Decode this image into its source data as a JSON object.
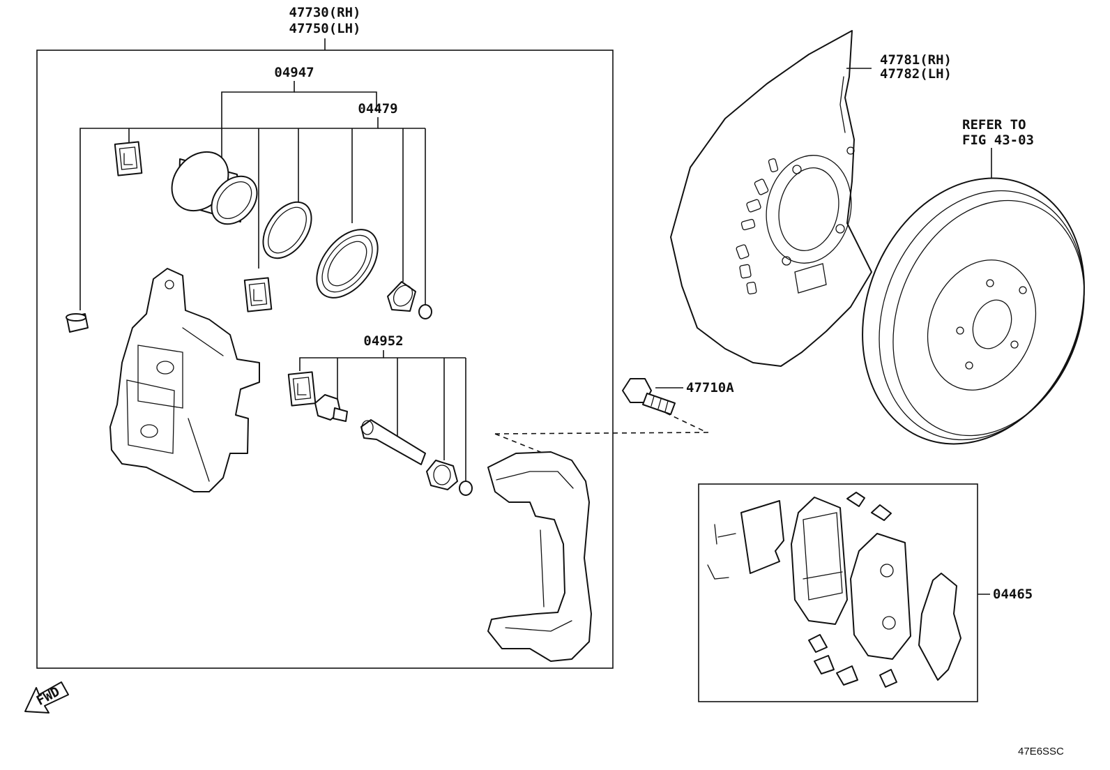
{
  "callouts": {
    "caliper_rh": "47730(RH)",
    "caliper_lh": "47750(LH)",
    "piston_kit": "04947",
    "seal_kit": "04479",
    "slide_kit": "04952",
    "cover_rh": "47781(RH)",
    "cover_lh": "47782(LH)",
    "refer_line1": "REFER TO",
    "refer_line2": "FIG 43-03",
    "bolt": "47710A",
    "pad_kit": "04465",
    "fwd": "FWD",
    "diagram_code": "47E6SSC"
  }
}
